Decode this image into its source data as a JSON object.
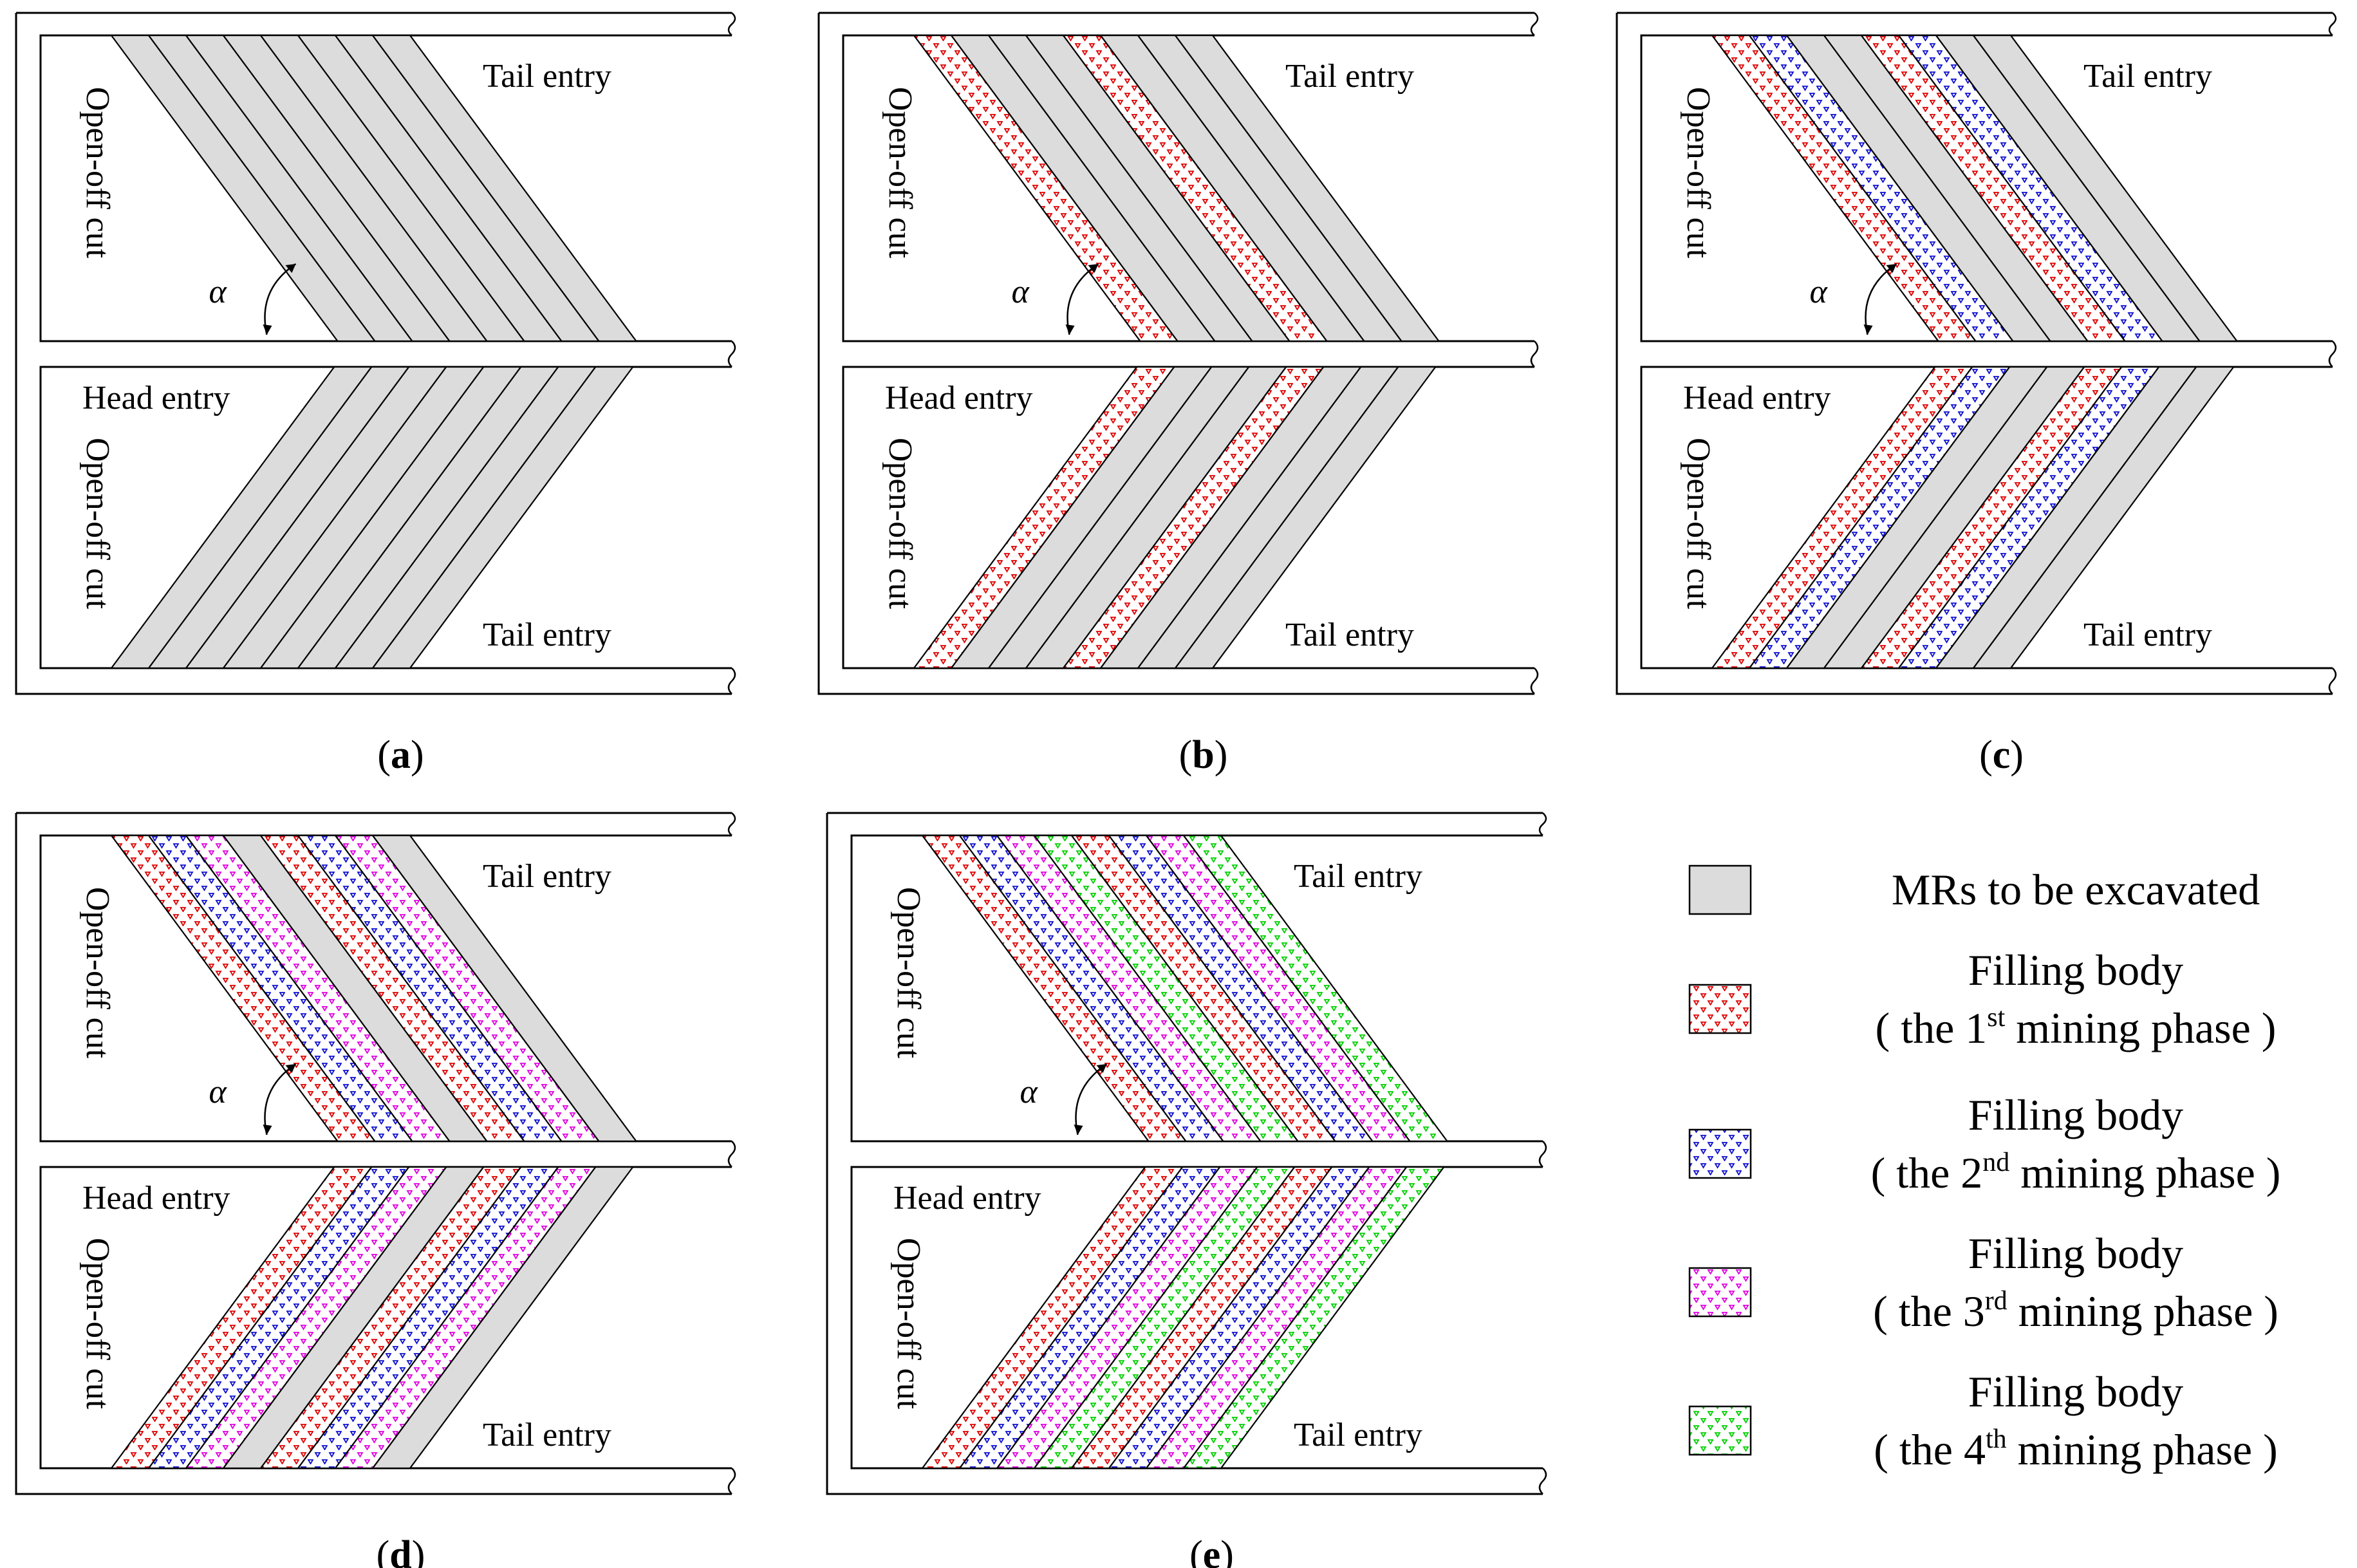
{
  "labels": {
    "tail_entry": "Tail entry",
    "head_entry": "Head entry",
    "open_off_cut": "Open-off cut",
    "alpha": "α"
  },
  "panels": [
    {
      "id": "a",
      "caption": "a",
      "top_pattern": [
        "mr",
        "mr",
        "mr",
        "mr",
        "mr",
        "mr",
        "mr",
        "mr"
      ],
      "bottom_pattern": [
        "mr",
        "mr",
        "mr",
        "mr",
        "mr",
        "mr",
        "mr",
        "mr"
      ],
      "head_label": true,
      "alpha": true
    },
    {
      "id": "b",
      "caption": "b",
      "top_pattern": [
        "p1",
        "mr",
        "mr",
        "mr",
        "p1",
        "mr",
        "mr",
        "mr"
      ],
      "bottom_pattern": [
        "p1",
        "mr",
        "mr",
        "mr",
        "p1",
        "mr",
        "mr",
        "mr"
      ],
      "head_label": true,
      "alpha": true
    },
    {
      "id": "c",
      "caption": "c",
      "top_pattern": [
        "p1",
        "p2",
        "mr",
        "mr",
        "p1",
        "p2",
        "mr",
        "mr"
      ],
      "bottom_pattern": [
        "p1",
        "p2",
        "mr",
        "mr",
        "p1",
        "p2",
        "mr",
        "mr"
      ],
      "head_label": true,
      "alpha": true
    },
    {
      "id": "d",
      "caption": "d",
      "top_pattern": [
        "p1",
        "p2",
        "p3",
        "mr",
        "p1",
        "p2",
        "p3",
        "mr"
      ],
      "bottom_pattern": [
        "p1",
        "p2",
        "p3",
        "mr",
        "p1",
        "p2",
        "p3",
        "mr"
      ],
      "head_label": true,
      "alpha": true
    },
    {
      "id": "e",
      "caption": "e",
      "top_pattern": [
        "p1",
        "p2",
        "p3",
        "p4",
        "p1",
        "p2",
        "p3",
        "p4"
      ],
      "bottom_pattern": [
        "p1",
        "p2",
        "p3",
        "p4",
        "p1",
        "p2",
        "p3",
        "p4"
      ],
      "head_label": true,
      "alpha": true
    }
  ],
  "legend": [
    {
      "key": "mr",
      "line1": "MRs to be excavated"
    },
    {
      "key": "p1",
      "line1": "Filling body",
      "line2_before": "( the 1",
      "sup": "st",
      "line2_after": " mining phase )"
    },
    {
      "key": "p2",
      "line1": "Filling body",
      "line2_before": "( the 2",
      "sup": "nd",
      "line2_after": " mining phase )"
    },
    {
      "key": "p3",
      "line1": "Filling body",
      "line2_before": "( the 3",
      "sup": "rd",
      "line2_after": " mining phase )"
    },
    {
      "key": "p4",
      "line1": "Filling body",
      "line2_before": "( the 4",
      "sup": "th",
      "line2_after": " mining phase )"
    }
  ],
  "colors": {
    "mr": "#dcdcdc",
    "p1": "#e00000",
    "p2": "#1010d0",
    "p3": "#e000e0",
    "p4": "#00d000",
    "outline": "#000000"
  }
}
